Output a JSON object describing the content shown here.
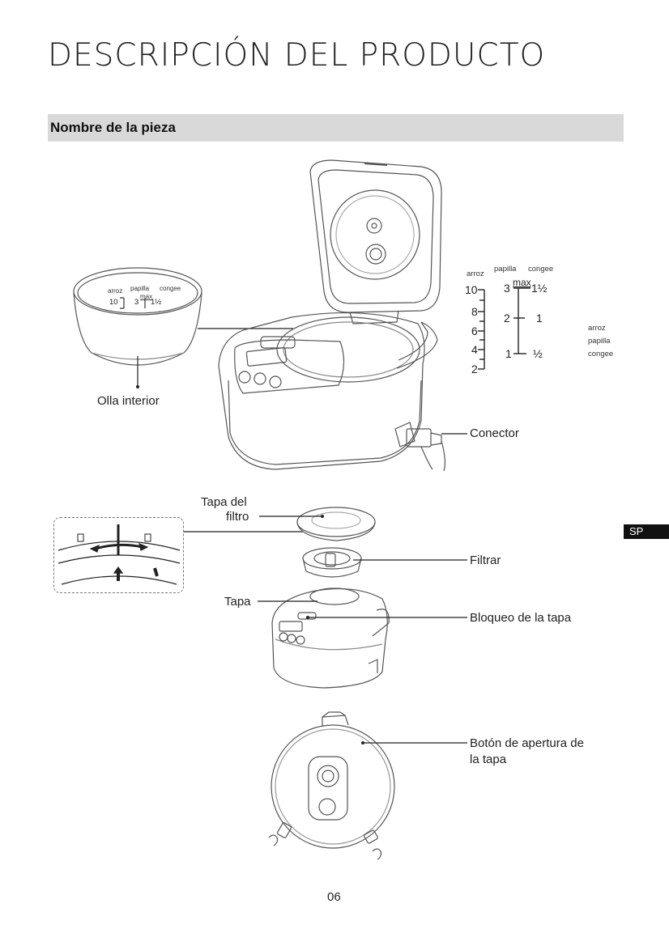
{
  "header": {
    "title": "DESCRIPCIÓN DEL PRODUCTO",
    "section": "Nombre de la pieza"
  },
  "inner_pot": {
    "label": "Olla interior",
    "scale_headers": [
      "arroz",
      "papilla",
      "congee"
    ],
    "scale_values": [
      "10",
      "3",
      "max",
      "1½"
    ]
  },
  "scale": {
    "headers": [
      "arroz",
      "papilla",
      "congee"
    ],
    "arroz": [
      "10",
      "8",
      "6",
      "4",
      "2"
    ],
    "papilla": [
      "3",
      "2",
      "1"
    ],
    "max": "max",
    "congee": [
      "1½",
      "1",
      "½"
    ],
    "legend": [
      "arroz",
      "papilla",
      "congee"
    ]
  },
  "labels": {
    "connector": "Conector",
    "filter_cap_line1": "Tapa del",
    "filter_cap_line2": "filtro",
    "filter": "Filtrar",
    "lid": "Tapa",
    "lid_lock": "Bloqueo de la tapa",
    "lid_open_button_line1": "Botón de apertura de",
    "lid_open_button_line2": "la tapa"
  },
  "tab": "SP",
  "page_number": "06"
}
